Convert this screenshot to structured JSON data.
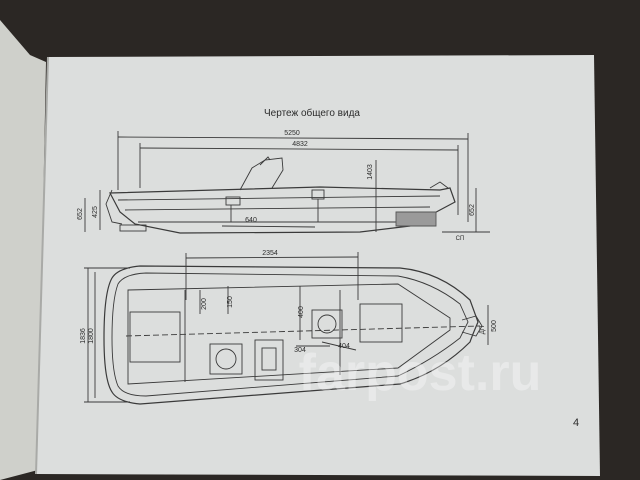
{
  "page": {
    "title": "Чертеж общего вида",
    "page_number": "4"
  },
  "side_view": {
    "overall_length": "5250",
    "hull_length": "4832",
    "height": "1403",
    "transom_height": "652",
    "bow_height": "652",
    "inner_dim_left": "425",
    "seat_to_seat": "640",
    "bow_label": "СП"
  },
  "top_view": {
    "deck_length": "2354",
    "overall_width": "1836",
    "inner_width": "1800",
    "dim_200": "200",
    "dim_150": "150",
    "dim_400": "400",
    "dim_404": "404",
    "dim_304": "304",
    "dim_500": "500",
    "bow_label": "ДП"
  },
  "watermark": "farpost.ru",
  "colors": {
    "paper": "#dcdedd",
    "background": "#2b2724",
    "line": "#3a3a3a"
  }
}
